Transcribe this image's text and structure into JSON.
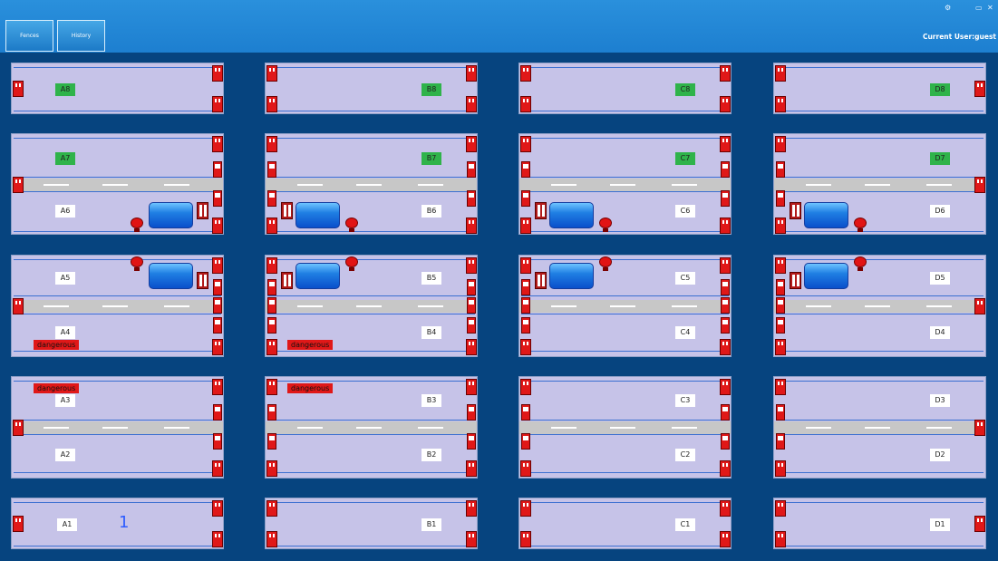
{
  "toolbar": {
    "fences_label": "Fences",
    "history_label": "History"
  },
  "header": {
    "current_user": "Current User:guest",
    "settings_icon": "gear-icon",
    "restore_icon": "window-restore-icon",
    "close_icon": "close-icon"
  },
  "zones": {
    "A1": "A1",
    "A2": "A2",
    "A3": "A3",
    "A4": "A4",
    "A5": "A5",
    "A6": "A6",
    "A7": "A7",
    "A8": "A8",
    "B1": "B1",
    "B2": "B2",
    "B3": "B3",
    "B4": "B4",
    "B5": "B5",
    "B6": "B6",
    "B7": "B7",
    "B8": "B8",
    "C1": "C1",
    "C2": "C2",
    "C3": "C3",
    "C4": "C4",
    "C5": "C5",
    "C6": "C6",
    "C7": "C7",
    "C8": "C8",
    "D1": "D1",
    "D2": "D2",
    "D3": "D3",
    "D4": "D4",
    "D5": "D5",
    "D6": "D6",
    "D7": "D7",
    "D8": "D8"
  },
  "alerts": {
    "dangerous": "dangerous"
  },
  "counter": {
    "A1_count": "1"
  },
  "colors": {
    "background": "#06447f",
    "block": "#c6c3e8",
    "active_zone": "#2fb34a",
    "danger": "#e01818",
    "top_bar": "#1d7fd0"
  }
}
